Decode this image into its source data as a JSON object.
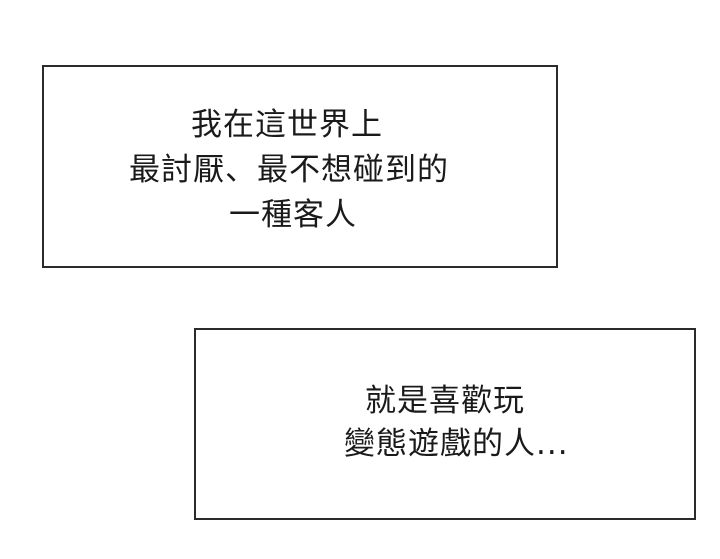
{
  "panels": [
    {
      "lines": [
        "我在這世界上",
        "最討厭、最不想碰到的",
        "一種客人"
      ]
    },
    {
      "lines": [
        "就是喜歡玩",
        "變態遊戲的人..."
      ]
    }
  ]
}
